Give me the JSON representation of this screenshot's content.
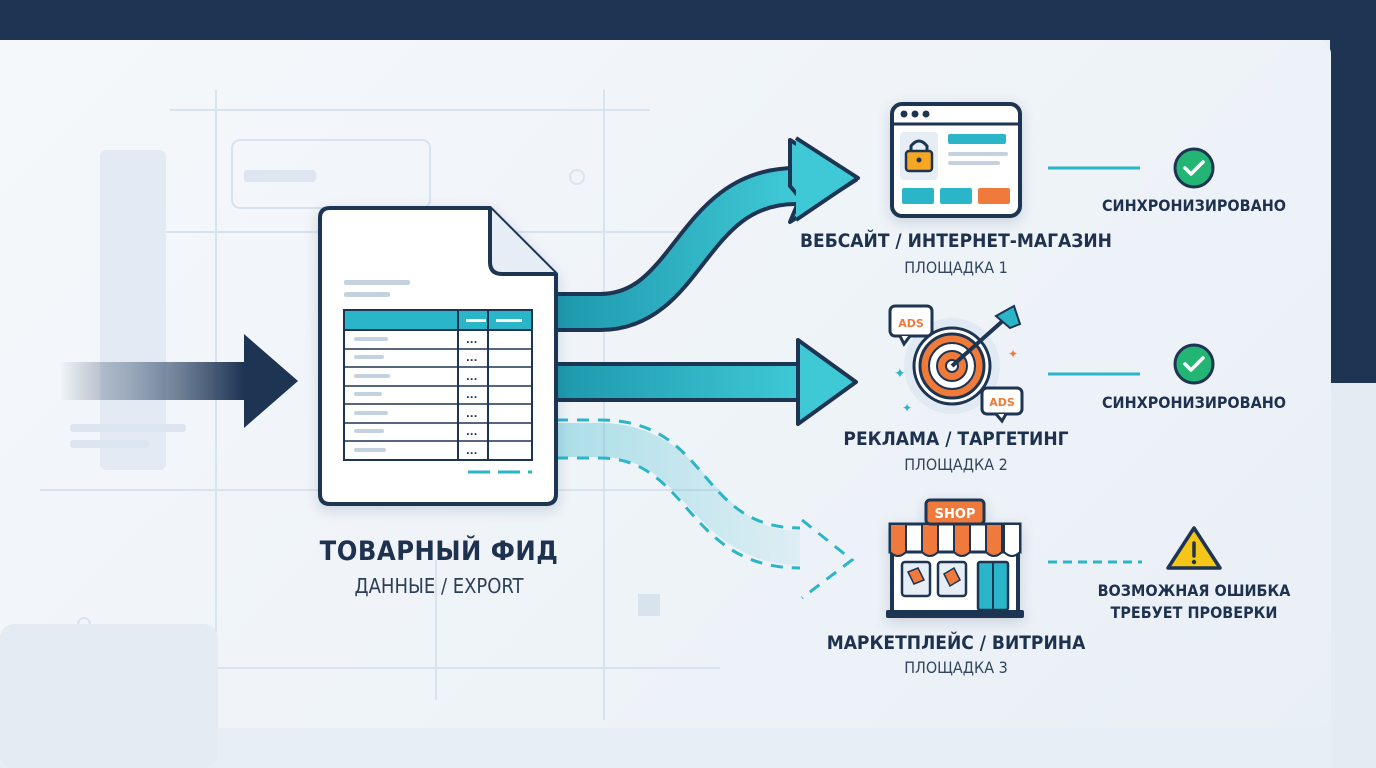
{
  "feed": {
    "title": "ТОВАРНЫЙ ФИД",
    "subtitle": "ДАННЫЕ / EXPORT",
    "cell_marks": [
      "...",
      "...",
      "...",
      "...",
      "...",
      "...",
      "..."
    ]
  },
  "platforms": [
    {
      "name": "ВЕБСАЙТ / ИНТЕРНЕТ-МАГАЗИН",
      "sub": "ПЛОЩАДКА 1",
      "status": "СИНХРОНИЗИРОВАНО",
      "state": "ok",
      "icon": "website-icon"
    },
    {
      "name": "РЕКЛАМА / ТАРГЕТИНГ",
      "sub": "ПЛОЩАДКА 2",
      "status": "СИНХРОНИЗИРОВАНО",
      "state": "ok",
      "icon": "target-icon"
    },
    {
      "name": "МАРКЕТПЛЕЙС / ВИТРИНА",
      "sub": "ПЛОЩАДКА 3",
      "status": "ВОЗМОЖНАЯ ОШИБКА",
      "status2": "ТРЕБУЕТ ПРОВЕРКИ",
      "state": "warning",
      "icon": "shop-icon"
    }
  ],
  "icon_texts": {
    "ads_1": "ADS",
    "ads_2": "ADS",
    "shop": "SHOP"
  },
  "colors": {
    "navy": "#1d3453",
    "teal": "#2bb5c8",
    "green": "#22b573",
    "orange": "#f07a3a",
    "warning": "#f5c518"
  }
}
